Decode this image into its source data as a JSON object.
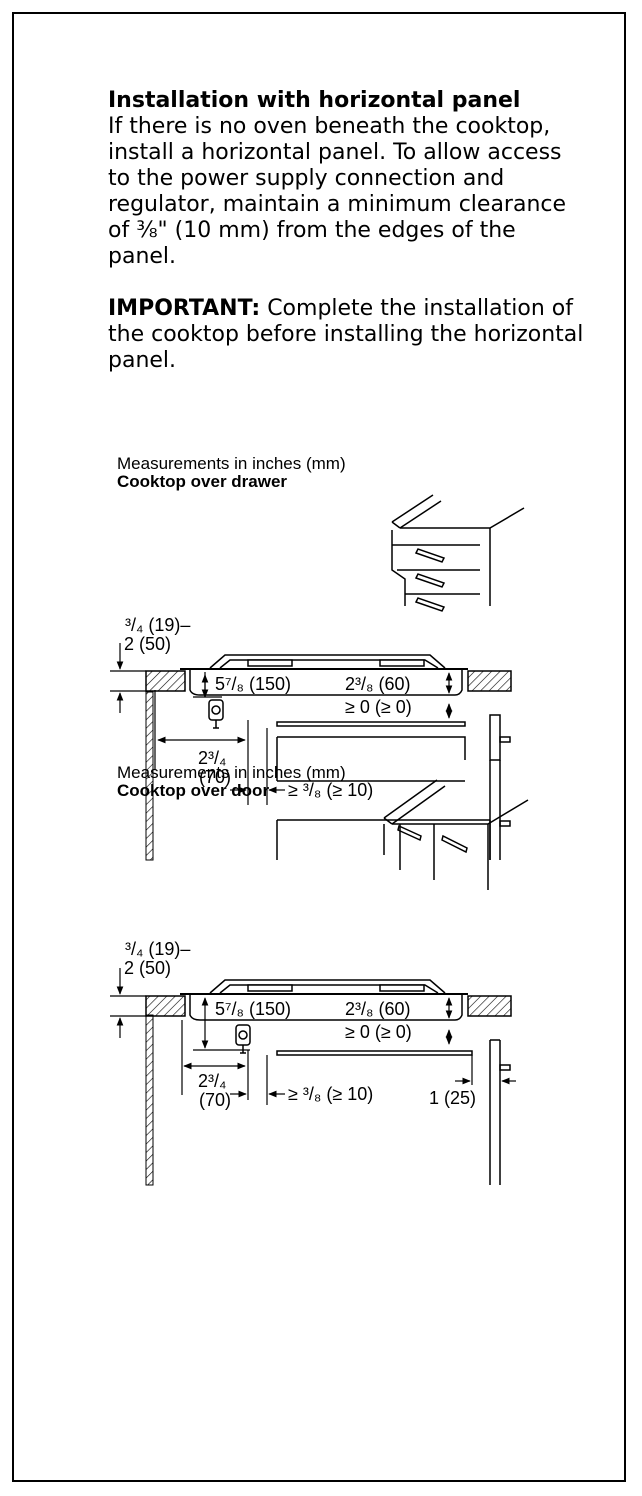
{
  "intro": {
    "heading": "Installation with horizontal panel",
    "body": "If there is no oven beneath the cooktop, install a horizontal panel. To allow access to the power supply connection and regulator, maintain a minimum clearance of ⅜\" (10 mm) from the edges of the panel.",
    "important_label": "IMPORTANT:",
    "important_text": " Complete the installation of the cooktop before installing the horizontal panel."
  },
  "figure_drawer": {
    "units_caption": "Measurements in inches (mm)",
    "title": "Cooktop over drawer",
    "dims": {
      "top_a": "³/₄ (19)–",
      "top_b": "2 (50)",
      "regulator": "5⁷/₈ (150)",
      "panel_gap": "2³/₈ (60)",
      "clear_zero": "≥ 0 (≥ 0)",
      "left_in": "2³/₄",
      "left_mm": "(70)",
      "front": "≥ ³/₈ (≥ 10)"
    }
  },
  "figure_door": {
    "units_caption": "Measurements in inches (mm)",
    "title": "Cooktop over door",
    "dims": {
      "top_a": "³/₄ (19)–",
      "top_b": "2 (50)",
      "regulator": "5⁷/₈ (150)",
      "panel_gap": "2³/₈ (60)",
      "clear_zero": "≥ 0 (≥ 0)",
      "left_in": "2³/₄",
      "left_mm": "(70)",
      "front": "≥ ³/₈ (≥ 10)",
      "door_gap": "1 (25)"
    }
  }
}
